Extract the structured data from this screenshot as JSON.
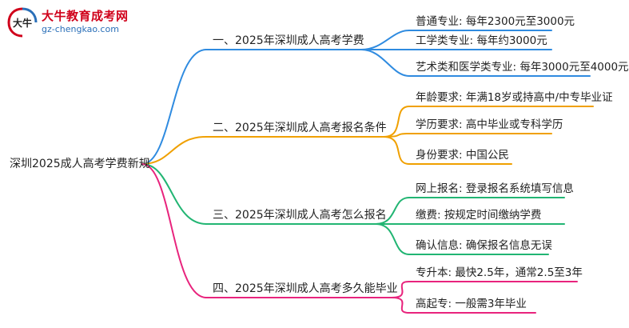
{
  "logo": {
    "title": "大牛教育成考网",
    "url": "gz-chengkao.com",
    "mark_text": "大牛"
  },
  "root": {
    "label": "深圳2025成人高考学费新规"
  },
  "branches": [
    {
      "label": "一、2025年深圳成人高考学费",
      "color": "#2f8be0",
      "leaves": [
        "普通专业: 每年2300元至3000元",
        "工学类专业: 每年约3000元",
        "艺术类和医学类专业: 每年3000元至4000元"
      ]
    },
    {
      "label": "二、2025年深圳成人高考报名条件",
      "color": "#f0a000",
      "leaves": [
        "年龄要求: 年满18岁或持高中/中专毕业证",
        "学历要求: 高中毕业或专科学历",
        "身份要求: 中国公民"
      ]
    },
    {
      "label": "三、2025年深圳成人高考怎么报名",
      "color": "#22b573",
      "leaves": [
        "网上报名: 登录报名系统填写信息",
        "缴费: 按规定时间缴纳学费",
        "确认信息: 确保报名信息无误"
      ]
    },
    {
      "label": "四、2025年深圳成人高考多久能毕业",
      "color": "#e8247d",
      "leaves": [
        "专升本: 最快2.5年，通常2.5至3年",
        "高起专: 一般需3年毕业"
      ]
    }
  ]
}
